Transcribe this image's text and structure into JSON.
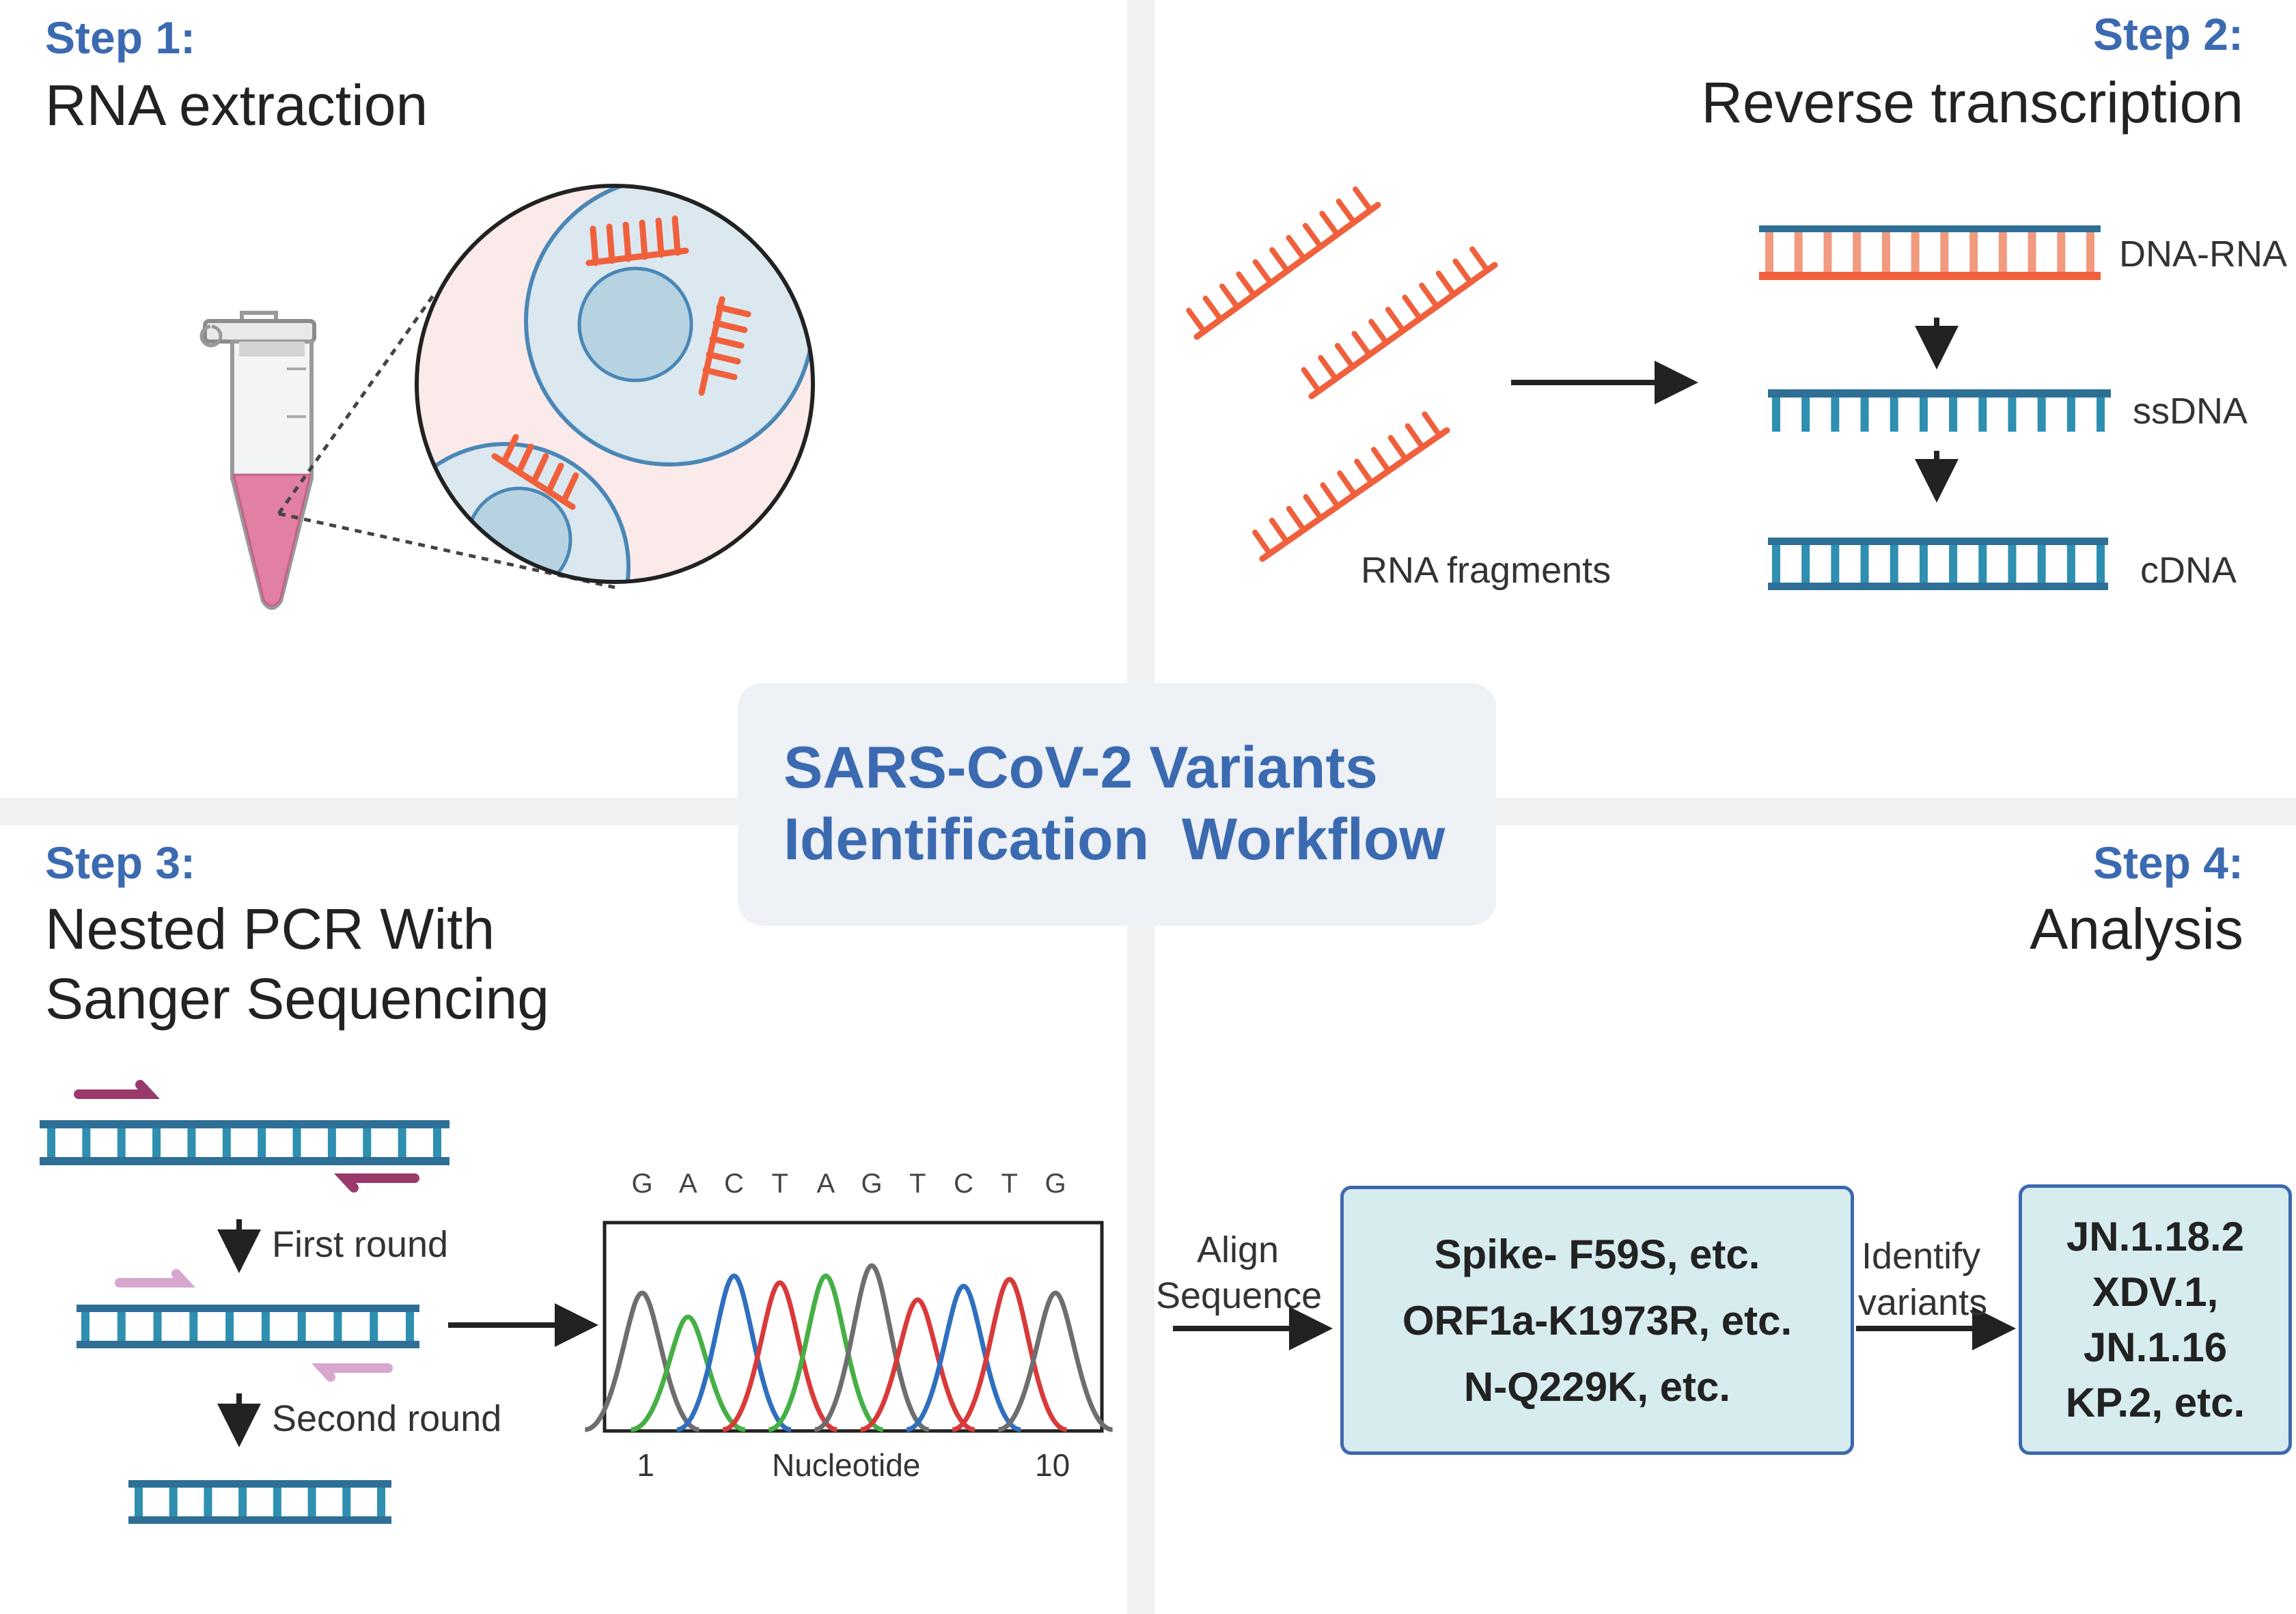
{
  "title": "SARS-CoV-2 Variants Identification  Workflow",
  "steps": [
    {
      "label": "Step 1:",
      "title": "RNA extraction"
    },
    {
      "label": "Step 2:",
      "title": "Reverse transcription"
    },
    {
      "label": "Step 3:",
      "title_lines": [
        "Nested PCR With",
        "Sanger Sequencing"
      ]
    },
    {
      "label": "Step 4:",
      "title": "Analysis"
    }
  ],
  "reverse_transcription": {
    "input_label": "RNA fragments",
    "products": [
      "DNA-RNA",
      "ssDNA",
      "cDNA"
    ]
  },
  "pcr": {
    "rounds": [
      "First round",
      "Second round"
    ]
  },
  "chromatogram": {
    "sequence": [
      "G",
      "A",
      "C",
      "T",
      "A",
      "G",
      "T",
      "C",
      "T",
      "G"
    ],
    "x_start": "1",
    "x_end": "10",
    "xlabel": "Nucleotide",
    "colors": {
      "G": "#6e6e6e",
      "A": "#45b045",
      "C": "#2f6fbf",
      "T": "#d83a3a"
    }
  },
  "analysis": {
    "align_label": [
      "Align",
      "Sequence"
    ],
    "mutations": [
      "Spike- F59S, etc.",
      "ORF1a-K1973R, etc.",
      "N-Q229K, etc."
    ],
    "identify_label": [
      "Identify",
      "variants"
    ],
    "variants": [
      "JN.1.18.2",
      "XDV.1,",
      "JN.1.16",
      "KP.2, etc."
    ]
  },
  "colors": {
    "accent_blue": "#3b6ab1",
    "rna_orange": "#f0603c",
    "dna_blue": "#2e6f96",
    "box_fill": "#d6ecee",
    "primer_dark": "#9a3a6b",
    "primer_light": "#d7a7cf"
  }
}
